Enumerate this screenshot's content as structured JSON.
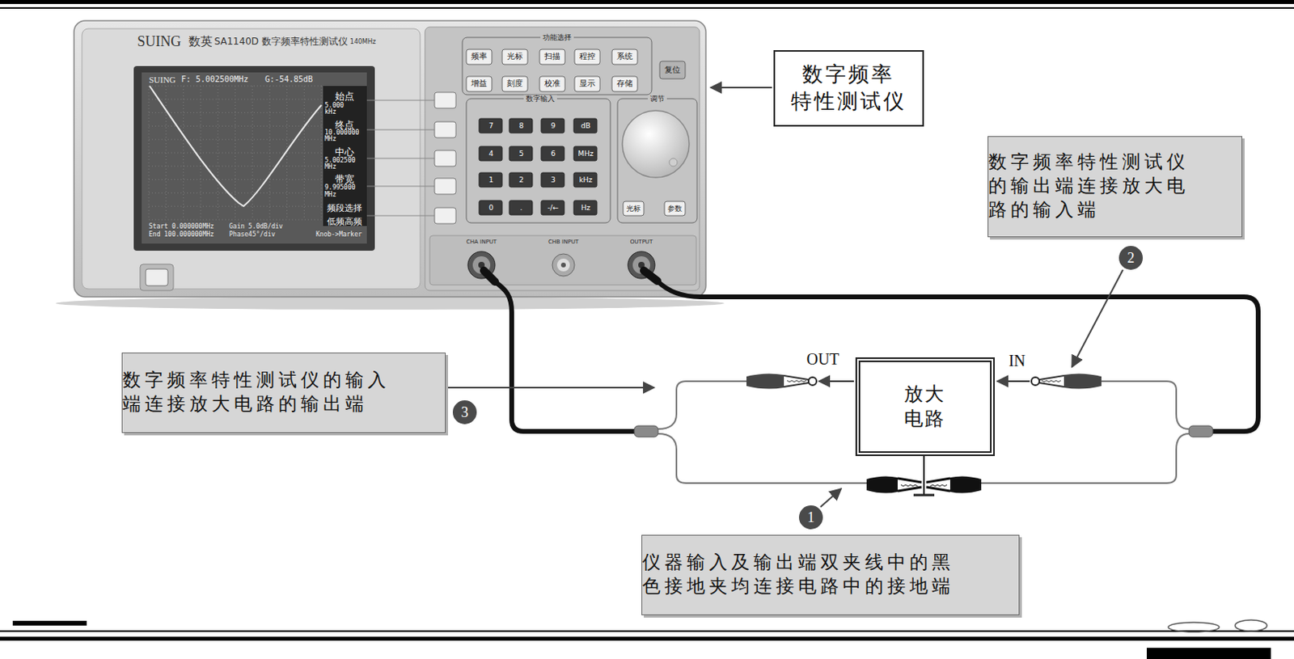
{
  "diagram": {
    "nodes": [
      {
        "text": [
          "数字频率 特性测试仪"
        ]
      },
      {
        "text": [
          "数字频率特性测试仪 的输出端连接放大电 路的输入端"
        ]
      },
      {
        "text": [
          "数字频率特性测试仪的输入 端连接放大电路的输出端"
        ]
      },
      {
        "text": [
          "放大 电路"
        ]
      },
      {
        "text": [
          "仪器输入及输出端双夹线中的黑 色接地夹均连接电路中的接地端"
        ]
      }
    ],
    "labels": [
      "SUING",
      "数英",
      "SA1140D 数字频率特性测试仪",
      "140MHz",
      "SUING",
      "F: 5.002500MHz",
      "G:-54.85dB",
      "始点",
      "5.000",
      "kHz",
      "终点",
      "10.000000",
      "MHz",
      "中心",
      "5.002500",
      "MHz",
      "带宽",
      "9.995000",
      "MHz",
      "频段选择",
      "低频高频",
      "Start 0.000000MHz",
      "Gain 5.0dB/div",
      "End 100.000000MHz",
      "Phase45°/div",
      "Knob->Marker",
      "功能选择",
      "频率",
      "光标",
      "扫描",
      "程控",
      "系统",
      "增益",
      "刻度",
      "校准",
      "显示",
      "存储",
      "复位",
      "数字输入",
      "7",
      "8",
      "9",
      "dB",
      "4",
      "5",
      "6",
      "MHz",
      "1",
      "2",
      "3",
      "kHz",
      "0",
      ".",
      "-/←",
      "Hz",
      "调节",
      "光标",
      "参数",
      "CHA INPUT",
      "CHB INPUT",
      "OUTPUT",
      "1",
      "2",
      "3",
      "OUT",
      "IN"
    ]
  }
}
